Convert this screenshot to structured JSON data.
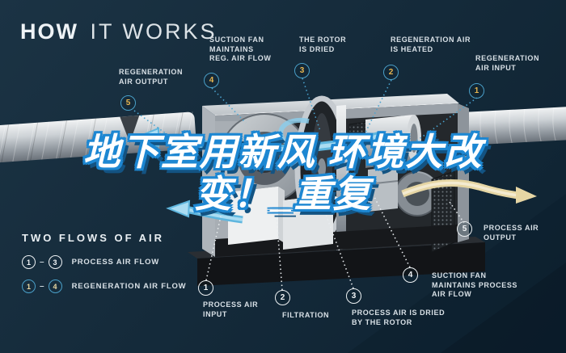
{
  "header": {
    "title_bold": "HOW",
    "title_light": "IT WORKS"
  },
  "watermark": {
    "text": "地下室用新风 环境大改\n变！_重复"
  },
  "callouts_regeneration": [
    {
      "num": "5",
      "label": "REGENERATION\nAIR OUTPUT"
    },
    {
      "num": "4",
      "label": "SUCTION FAN\nMAINTAINS\nREG. AIR FLOW"
    },
    {
      "num": "3",
      "label": "THE ROTOR\nIS DRIED"
    },
    {
      "num": "2",
      "label": "REGENERATION AIR\nIS HEATED"
    },
    {
      "num": "1",
      "label": "REGENERATION\nAIR INPUT"
    }
  ],
  "callouts_process": [
    {
      "num": "1",
      "label": "PROCESS AIR\nINPUT"
    },
    {
      "num": "2",
      "label": "FILTRATION"
    },
    {
      "num": "3",
      "label": "PROCESS AIR IS DRIED\nBY THE ROTOR"
    },
    {
      "num": "4",
      "label": "SUCTION FAN\nMAINTAINS PROCESS\nAIR FLOW"
    },
    {
      "num": "5",
      "label": "PROCESS AIR\nOUTPUT"
    }
  ],
  "legend": {
    "title": "TWO FLOWS OF AIR",
    "dash": "–",
    "rows": [
      {
        "from": "1",
        "to": "3",
        "label": "PROCESS AIR FLOW",
        "type": "process"
      },
      {
        "from": "1",
        "to": "4",
        "label": "REGENERATION AIR FLOW",
        "type": "regeneration"
      }
    ]
  },
  "colors": {
    "background": "#152b3b",
    "badge_ring_blue": "#4aa0c9",
    "badge_number_gold": "#e9b64f",
    "process_white": "#eef2f4",
    "watermark_outline_blue": "#1d87d2",
    "heater_orange": "#d97726",
    "flow_blue": "#8ccdea",
    "flow_cream": "#e6d6a4"
  }
}
